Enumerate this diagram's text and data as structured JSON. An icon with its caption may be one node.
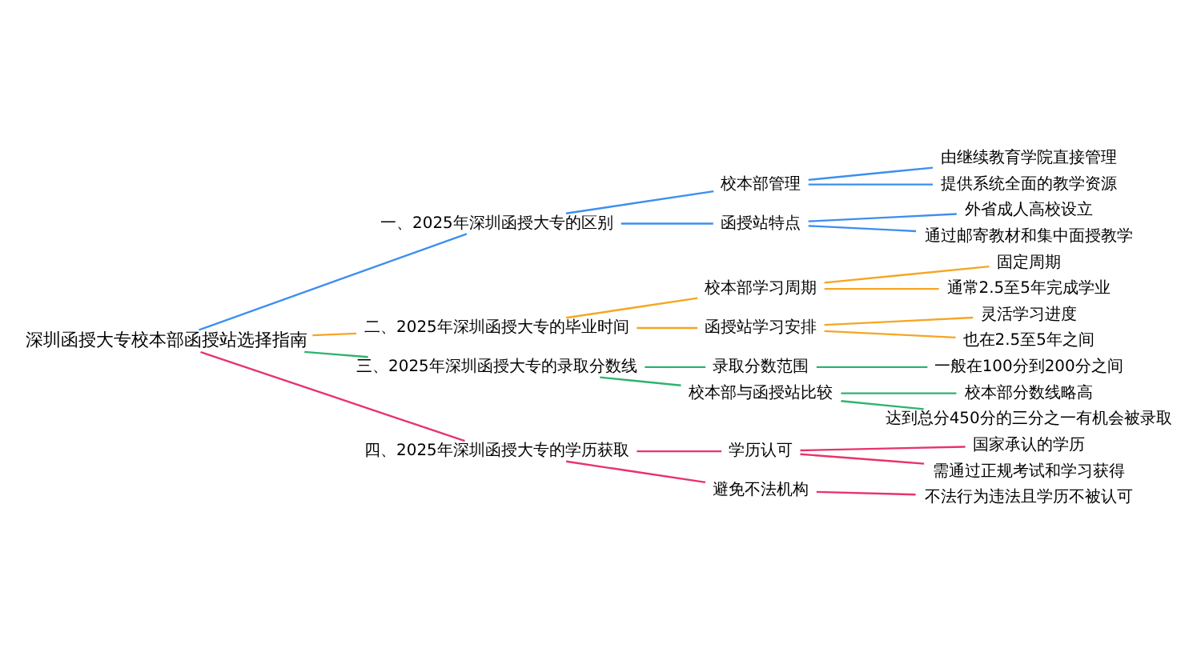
{
  "diagram": {
    "nodes": [
      {
        "text": [
          "深圳函授大专校本部函授站选择指南"
        ]
      },
      {
        "text": [
          "一、2025年深圳函授大专的区别"
        ]
      },
      {
        "text": [
          "校本部管理"
        ]
      },
      {
        "text": [
          "由继续教育学院直接管理"
        ]
      },
      {
        "text": [
          "提供系统全面的教学资源"
        ]
      },
      {
        "text": [
          "函授站特点"
        ]
      },
      {
        "text": [
          "外省成人高校设立"
        ]
      },
      {
        "text": [
          "通过邮寄教材和集中面授教学"
        ]
      },
      {
        "text": [
          "二、2025年深圳函授大专的毕业时间"
        ]
      },
      {
        "text": [
          "校本部学习周期"
        ]
      },
      {
        "text": [
          "固定周期"
        ]
      },
      {
        "text": [
          "通常2.5至5年完成学业"
        ]
      },
      {
        "text": [
          "函授站学习安排"
        ]
      },
      {
        "text": [
          "灵活学习进度"
        ]
      },
      {
        "text": [
          "也在2.5至5年之间"
        ]
      },
      {
        "text": [
          "三、2025年深圳函授大专的录取分数线"
        ]
      },
      {
        "text": [
          "录取分数范围"
        ]
      },
      {
        "text": [
          "一般在100分到200分之间"
        ]
      },
      {
        "text": [
          "校本部与函授站比较"
        ]
      },
      {
        "text": [
          "校本部分数线略高"
        ]
      },
      {
        "text": [
          "达到总分450分的三分之一有机会被录取"
        ]
      },
      {
        "text": [
          "四、2025年深圳函授大专的学历获取"
        ]
      },
      {
        "text": [
          "学历认可"
        ]
      },
      {
        "text": [
          "国家承认的学历"
        ]
      },
      {
        "text": [
          "需通过正规考试和学习获得"
        ]
      },
      {
        "text": [
          "避免不法机构"
        ]
      },
      {
        "text": [
          "不法行为违法且学历不被认可"
        ]
      }
    ],
    "edges": [
      {
        "from": 0,
        "to": 1,
        "arrow": "none",
        "color": "#3d8ef0"
      },
      {
        "from": 1,
        "to": 2,
        "arrow": "none",
        "color": "#3d8ef0"
      },
      {
        "from": 2,
        "to": 3,
        "arrow": "none",
        "color": "#3d8ef0"
      },
      {
        "from": 2,
        "to": 4,
        "arrow": "none",
        "color": "#3d8ef0"
      },
      {
        "from": 1,
        "to": 5,
        "arrow": "none",
        "color": "#3d8ef0"
      },
      {
        "from": 5,
        "to": 6,
        "arrow": "none",
        "color": "#3d8ef0"
      },
      {
        "from": 5,
        "to": 7,
        "arrow": "none",
        "color": "#3d8ef0"
      },
      {
        "from": 0,
        "to": 8,
        "arrow": "none",
        "color": "#f5a623"
      },
      {
        "from": 8,
        "to": 9,
        "arrow": "none",
        "color": "#f5a623"
      },
      {
        "from": 9,
        "to": 10,
        "arrow": "none",
        "color": "#f5a623"
      },
      {
        "from": 9,
        "to": 11,
        "arrow": "none",
        "color": "#f5a623"
      },
      {
        "from": 8,
        "to": 12,
        "arrow": "none",
        "color": "#f5a623"
      },
      {
        "from": 12,
        "to": 13,
        "arrow": "none",
        "color": "#f5a623"
      },
      {
        "from": 12,
        "to": 14,
        "arrow": "none",
        "color": "#f5a623"
      },
      {
        "from": 0,
        "to": 15,
        "arrow": "none",
        "color": "#2db36f"
      },
      {
        "from": 15,
        "to": 16,
        "arrow": "none",
        "color": "#2db36f"
      },
      {
        "from": 16,
        "to": 17,
        "arrow": "none",
        "color": "#2db36f"
      },
      {
        "from": 15,
        "to": 18,
        "arrow": "none",
        "color": "#2db36f"
      },
      {
        "from": 18,
        "to": 19,
        "arrow": "none",
        "color": "#2db36f"
      },
      {
        "from": 18,
        "to": 20,
        "arrow": "none",
        "color": "#2db36f"
      },
      {
        "from": 0,
        "to": 21,
        "arrow": "none",
        "color": "#e8336b"
      },
      {
        "from": 21,
        "to": 22,
        "arrow": "none",
        "color": "#e8336b"
      },
      {
        "from": 22,
        "to": 23,
        "arrow": "none",
        "color": "#e8336b"
      },
      {
        "from": 22,
        "to": 24,
        "arrow": "none",
        "color": "#e8336b"
      },
      {
        "from": 21,
        "to": 25,
        "arrow": "none",
        "color": "#e8336b"
      },
      {
        "from": 25,
        "to": 26,
        "arrow": "none",
        "color": "#e8336b"
      }
    ]
  }
}
